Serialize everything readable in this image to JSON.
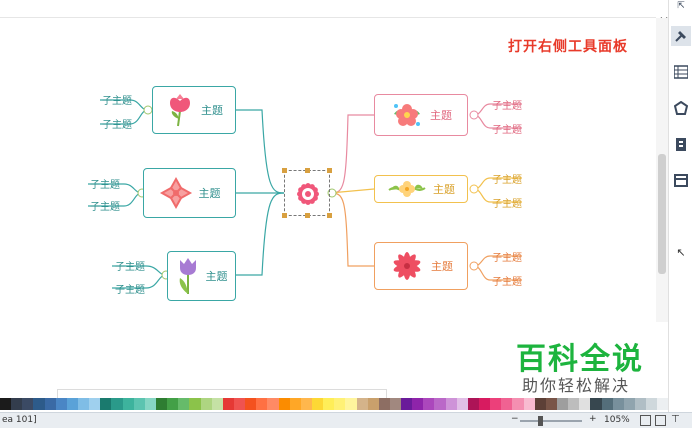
{
  "canvas": {
    "hint": "打开右侧工具面板",
    "center_icon": "flower-icon",
    "left_topics": [
      {
        "label": "主题",
        "icon": "flower-icon",
        "subs": [
          "子主题",
          "子主题"
        ]
      },
      {
        "label": "主题",
        "icon": "flower-icon",
        "subs": [
          "子主题",
          "子主题"
        ]
      },
      {
        "label": "主题",
        "icon": "tulip-icon",
        "subs": [
          "子主题",
          "子主题"
        ]
      }
    ],
    "right_topics": [
      {
        "label": "主题",
        "icon": "bouquet-icon",
        "subs": [
          "子主题",
          "子主题"
        ]
      },
      {
        "label": "主题",
        "icon": "flower-branch-icon",
        "subs": [
          "子主题",
          "子主题"
        ]
      },
      {
        "label": "主题",
        "icon": "flower-icon",
        "subs": [
          "子主题",
          "子主题"
        ]
      }
    ]
  },
  "colors": {
    "left_line": "#3aa7a5",
    "right_pink": "#e88aa0",
    "right_yellow": "#f2c14e",
    "right_orange": "#f0a060",
    "hint": "#e83a2a",
    "watermark": "#1db43e"
  },
  "right_panel": {
    "buttons": [
      "hammer-icon",
      "list-icon",
      "pentagon-icon",
      "clipboard-icon",
      "calendar-icon"
    ]
  },
  "status": {
    "left_text": "ea 101]",
    "minus": "−",
    "plus": "+",
    "zoom": "105%"
  },
  "watermark": {
    "title": "百科全说",
    "subtitle": "助你轻松解决"
  }
}
